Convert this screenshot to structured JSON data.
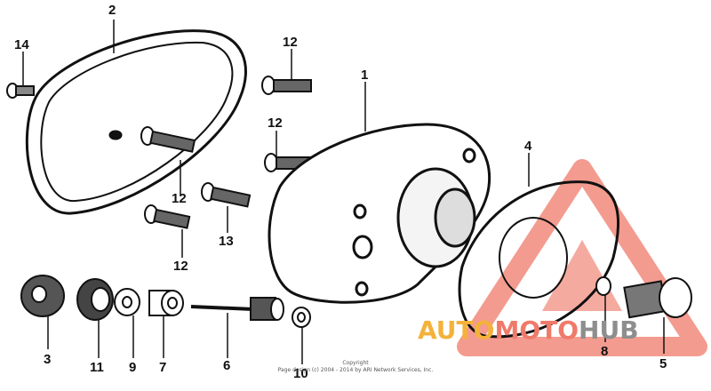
{
  "callouts": {
    "c1": "1",
    "c2": "2",
    "c3": "3",
    "c4": "4",
    "c5": "5",
    "c6": "6",
    "c7": "7",
    "c8": "8",
    "c9": "9",
    "c10": "10",
    "c11": "11",
    "c12a": "12",
    "c12b": "12",
    "c12c": "12",
    "c12d": "12",
    "c13": "13",
    "c14": "14"
  },
  "copyright": {
    "line1": "Copyright",
    "line2": "Page design (c) 2004 - 2014 by ARI Network Services, Inc."
  },
  "watermark": {
    "auto": "AUTO",
    "moto": "MOTO",
    "hub": "HUB",
    "colors": {
      "auto": "#f4b23a",
      "moto": "#f07a6a",
      "hub": "#8e8e8e"
    }
  }
}
